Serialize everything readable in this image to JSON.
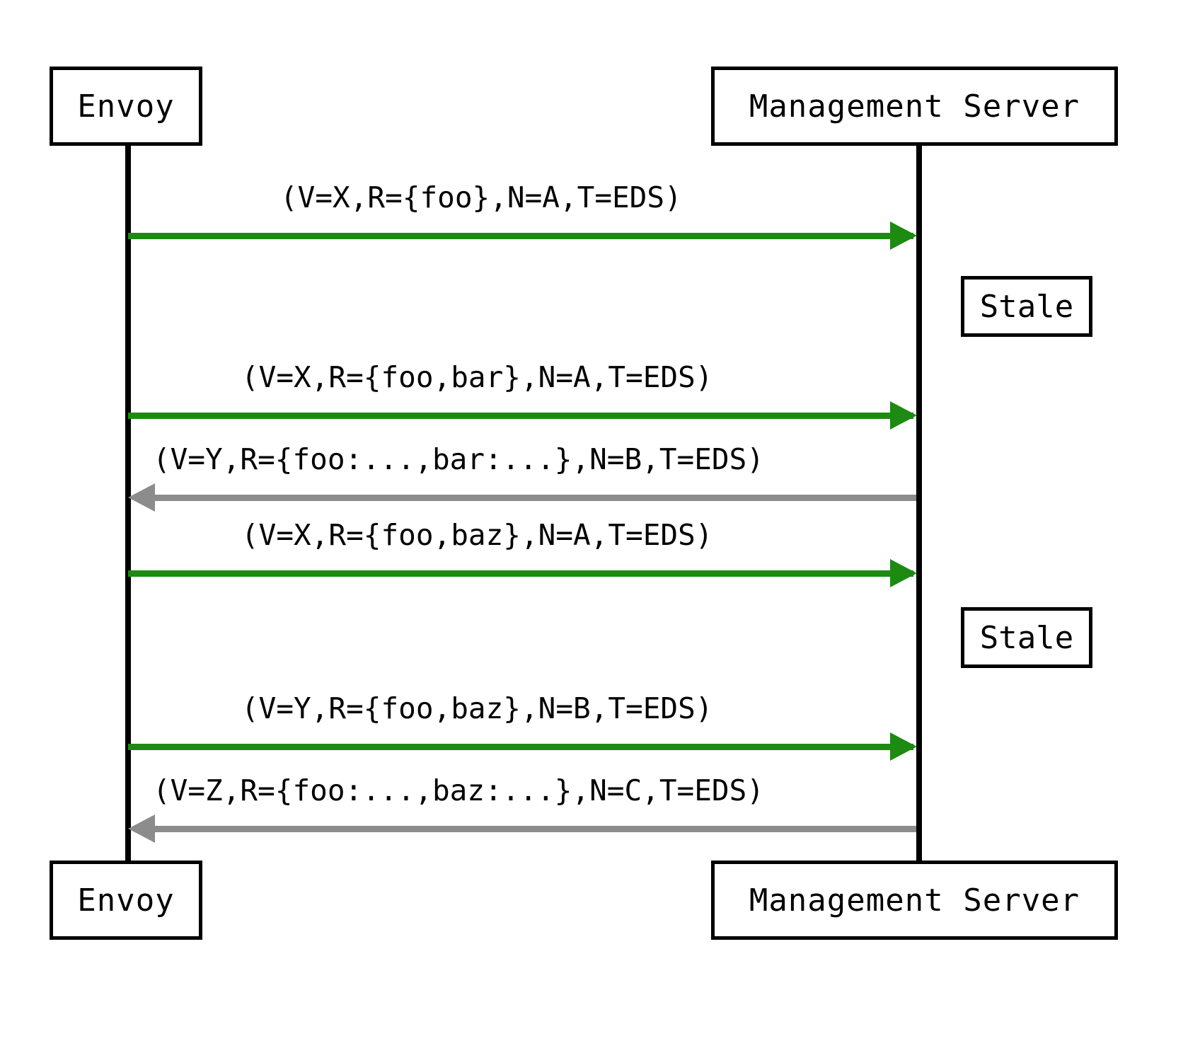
{
  "diagram": {
    "type": "sequence-diagram",
    "background_color": "#ffffff",
    "request_color": "#1d8a12",
    "response_color": "#8c8c8c",
    "line_color": "#000000",
    "participants": [
      {
        "id": "envoy",
        "label": "Envoy"
      },
      {
        "id": "management_server",
        "label": "Management Server"
      }
    ],
    "messages": [
      {
        "index": 1,
        "label": "(V=X,R={foo},N=A,T=EDS)",
        "from": "envoy",
        "to": "management_server",
        "direction": "right",
        "color": "#1d8a12",
        "kind": "request"
      },
      {
        "index": 2,
        "label": "(V=X,R={foo,bar},N=A,T=EDS)",
        "from": "envoy",
        "to": "management_server",
        "direction": "right",
        "color": "#1d8a12",
        "kind": "request"
      },
      {
        "index": 3,
        "label": "(V=Y,R={foo:...,bar:...},N=B,T=EDS)",
        "from": "management_server",
        "to": "envoy",
        "direction": "left",
        "color": "#8c8c8c",
        "kind": "response"
      },
      {
        "index": 4,
        "label": "(V=X,R={foo,baz},N=A,T=EDS)",
        "from": "envoy",
        "to": "management_server",
        "direction": "right",
        "color": "#1d8a12",
        "kind": "request"
      },
      {
        "index": 5,
        "label": "(V=Y,R={foo,baz},N=B,T=EDS)",
        "from": "envoy",
        "to": "management_server",
        "direction": "right",
        "color": "#1d8a12",
        "kind": "request"
      },
      {
        "index": 6,
        "label": "(V=Z,R={foo:...,baz:...},N=C,T=EDS)",
        "from": "management_server",
        "to": "envoy",
        "direction": "left",
        "color": "#8c8c8c",
        "kind": "response"
      }
    ],
    "notes": [
      {
        "index": 1,
        "label": "Stale",
        "side": "right-of-management-server"
      },
      {
        "index": 2,
        "label": "Stale",
        "side": "right-of-management-server"
      }
    ]
  }
}
